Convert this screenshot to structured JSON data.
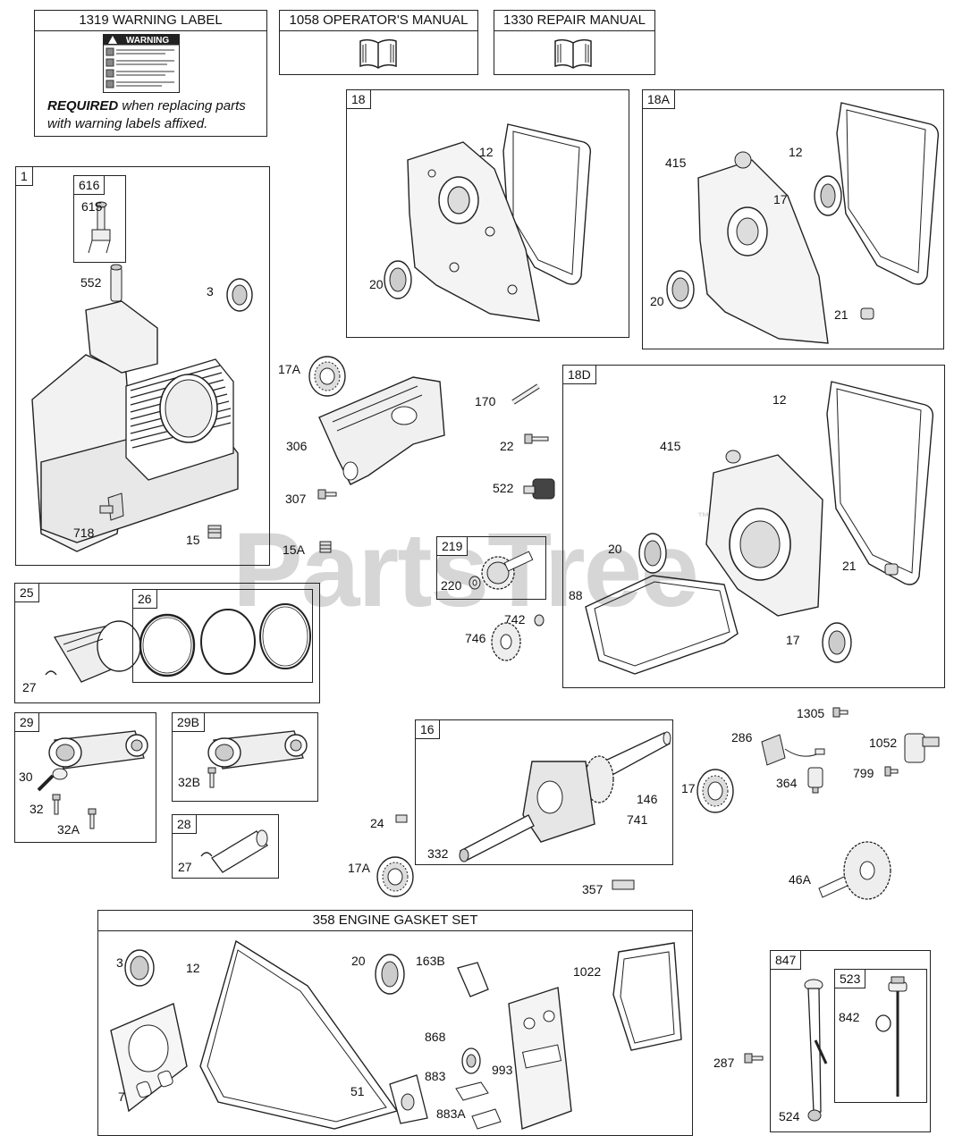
{
  "watermark": "PartsTree",
  "warning_label": {
    "title": "1319 WARNING LABEL",
    "sign": "WARNING",
    "required": "REQUIRED",
    "note_rest": " when replacing parts",
    "note_line2": "with warning labels affixed."
  },
  "operators_manual": {
    "title": "1058 OPERATOR'S MANUAL"
  },
  "repair_manual": {
    "title": "1330 REPAIR MANUAL"
  },
  "gasket_set": {
    "title": "358 ENGINE GASKET SET"
  },
  "group_tags": [
    "18",
    "18A",
    "1",
    "616",
    "18D",
    "219",
    "25",
    "26",
    "29",
    "29B",
    "16",
    "28",
    "847",
    "523"
  ],
  "part_labels": {
    "g18_12": "12",
    "g18_20": "20",
    "g18a_415": "415",
    "g18a_12": "12",
    "g18a_17": "17",
    "g18a_20": "20",
    "g18a_21": "21",
    "g1_615": "615",
    "g1_552": "552",
    "g1_3": "3",
    "g1_718": "718",
    "g1_15": "15",
    "p17a_top": "17A",
    "p306": "306",
    "p307": "307",
    "p15a": "15A",
    "p170": "170",
    "p22": "22",
    "p522": "522",
    "g219_220": "220",
    "p742": "742",
    "p746": "746",
    "g18d_12": "12",
    "g18d_415": "415",
    "g18d_20": "20",
    "g18d_21": "21",
    "g18d_88": "88",
    "g18d_17": "17",
    "g25_27": "27",
    "g29_30": "30",
    "g29_32": "32",
    "g29_32a": "32A",
    "g29b_32b": "32B",
    "g28_27": "27",
    "p24": "24",
    "p17a_bot": "17A",
    "g16_332": "332",
    "g16_146": "146",
    "g16_741": "741",
    "p17_right": "17",
    "p357": "357",
    "p286": "286",
    "p1305": "1305",
    "p1052": "1052",
    "p364": "364",
    "p799": "799",
    "p46a": "46A",
    "gs_3": "3",
    "gs_12": "12",
    "gs_20": "20",
    "gs_163b": "163B",
    "gs_1022": "1022",
    "gs_868": "868",
    "gs_883": "883",
    "gs_993": "993",
    "gs_883a": "883A",
    "gs_51": "51",
    "gs_7": "7",
    "p287": "287",
    "g847_842": "842",
    "g847_524": "524"
  }
}
